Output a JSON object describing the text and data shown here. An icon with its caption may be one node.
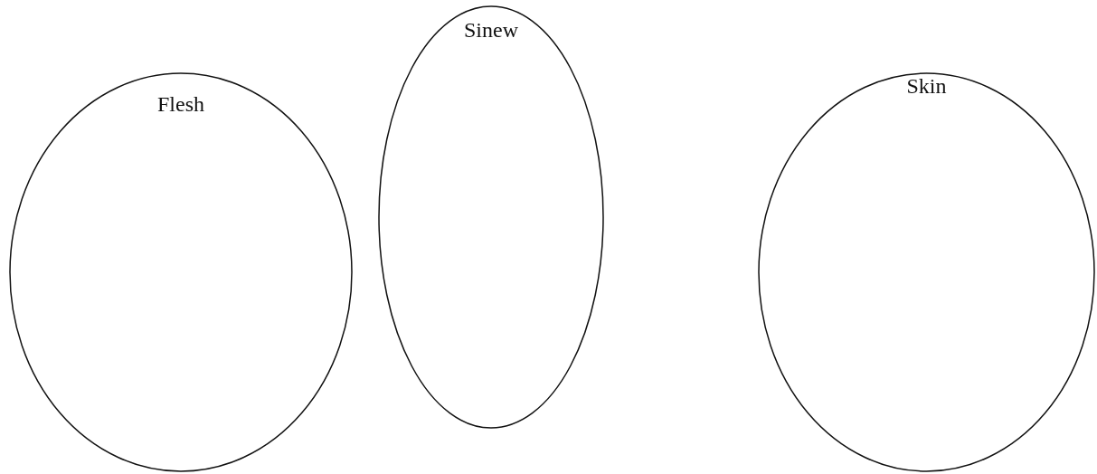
{
  "diagram": {
    "nodes": [
      {
        "text": [
          "Flesh"
        ]
      },
      {
        "text": [
          "Sinew"
        ]
      },
      {
        "text": [
          "Skin"
        ]
      }
    ]
  }
}
